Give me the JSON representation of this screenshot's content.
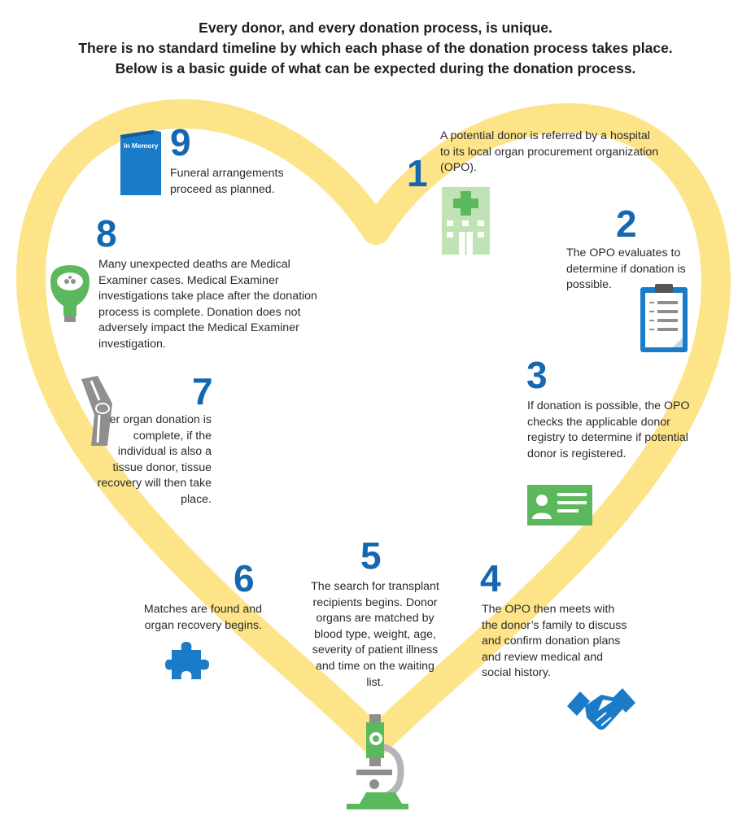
{
  "header": {
    "line1": "Every donor, and every donation process, is unique.",
    "line2": "There is no standard timeline by which each phase of the donation process takes place.",
    "line3": "Below is a basic guide of what can be expected during the donation process."
  },
  "colors": {
    "heart": "#fde489",
    "number": "#1567b0",
    "green": "#5cb85c",
    "blue": "#1a7bc9",
    "gray": "#8f8f8f"
  },
  "steps": [
    {
      "number": "1",
      "text": "A potential donor is referred by a hospital to its local organ procurement organization (OPO).",
      "icon": "hospital-icon"
    },
    {
      "number": "2",
      "text": "The OPO evaluates to determine if donation is possible.",
      "icon": "clipboard-icon"
    },
    {
      "number": "3",
      "text": "If donation is possible, the OPO checks the applicable donor registry to determine if potential donor is registered.",
      "icon": "id-card-icon"
    },
    {
      "number": "4",
      "text": "The OPO then meets with the donor’s family to discuss and confirm donation plans and review medical and social history.",
      "icon": "handshake-icon"
    },
    {
      "number": "5",
      "text": "The search for transplant recipients begins. Donor organs are matched by blood type, weight, age, severity of patient illness and time on the waiting list.",
      "icon": "microscope-icon"
    },
    {
      "number": "6",
      "text": "Matches are found and organ recovery begins.",
      "icon": "puzzle-icon"
    },
    {
      "number": "7",
      "text": "After organ donation is complete, if the individual is also a tissue donor, tissue recovery will then take place.",
      "icon": "knee-xray-icon"
    },
    {
      "number": "8",
      "text": "Many unexpected deaths are Medical Examiner cases. Medical Examiner investigations take place after the donation process is complete. Donation does not adversely impact the Medical Examiner investigation.",
      "icon": "examiner-light-icon"
    },
    {
      "number": "9",
      "text": "Funeral arrangements proceed as planned.",
      "icon": "memorial-book-icon",
      "book_label": "In Memory"
    }
  ]
}
